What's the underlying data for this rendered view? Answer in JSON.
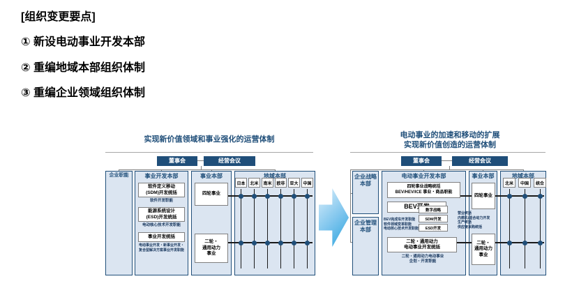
{
  "colors": {
    "navy": "#1f4e79",
    "panel_fill": "#dbe5f1",
    "arrow_from": "#dcEFfb",
    "arrow_to": "#29a3dd",
    "line_black": "#1a1a1a",
    "connector_gray": "#7f7f7f"
  },
  "notes": {
    "heading": "[组织变更要点]",
    "items": [
      "① 新设电动事业开发本部",
      "② 重编地域本部组织体制",
      "③ 重编企业领域组织体制"
    ]
  },
  "left": {
    "title": "实现新价值领域和事业强化的运营体制",
    "board": "董事会",
    "exec": "经营会议",
    "col_corporate": "企业职能",
    "col_bizdev": "事业开发本部",
    "col_biz": "事业本部",
    "col_region": "地域本部",
    "bizdev_boxes": [
      {
        "label": "软件定义移动\n(SDM)开发统括",
        "caption": "软件开发职能"
      },
      {
        "label": "能源系统设计\n(ESD)开发统括",
        "caption": "电动核心技术开发职能"
      },
      {
        "label": "事业开发统括",
        "caption": "电动事业开发・新事业开发・\n复合型解决方案事业开发职能"
      }
    ],
    "biz_boxes": [
      "四轮事业",
      "二轮・\n通用动力\n事业"
    ],
    "regions": [
      "日本",
      "北米",
      "南米",
      "欧非",
      "亚大",
      "中国"
    ]
  },
  "right": {
    "title": "电动事业的加速和移动的扩展\n实现新价值创造的运营体制",
    "board": "董事会",
    "exec": "经营会议",
    "corp_boxes": [
      "企业战略\n本部",
      "企业管理\n本部"
    ],
    "col_evdev": "电动事业开发本部",
    "col_biz": "事业本部",
    "col_region": "地域本部",
    "evdev": {
      "strategy_box": "四轮事业战略统括\nBEV/HEV/ICE 事业・商品职能",
      "bev_box": "BEV开发",
      "bev_caption": "BEV完成车开发职能\n软件领域变革职能\n电动核心技术开发职能",
      "tags": [
        "数字战略",
        "SDM开发",
        "ESD开发"
      ],
      "moto_box": "二轮・通用动力\n电动事业开发统括",
      "moto_caption": "二轮・通用动力电动事业\n企划・开发职能"
    },
    "biz_box_1": "四轮事业",
    "biz_caption": "营业统括\n内燃机/混合动力开发\n生产统括\n供应链采购统括",
    "biz_box_2": "二轮・\n通用动力\n事业",
    "regions": [
      "北米",
      "中国",
      "统合"
    ]
  }
}
